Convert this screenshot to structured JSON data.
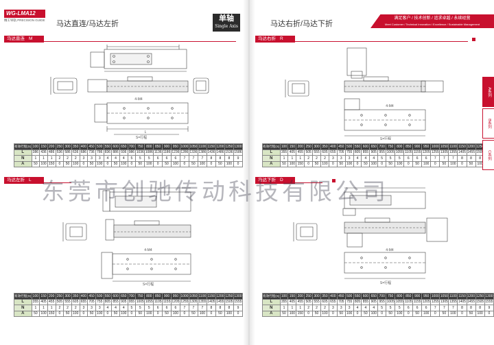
{
  "brand": {
    "logo_text": "WG-LMA12",
    "logo_sub": "精工导轨 PRECISION GUIDE",
    "slogan_cn": "满足客户 / 技术创新 / 追求卓越 / 永续经营",
    "slogan_en": "Meet Customer / Technical Innovation / Excellence / Sustainable Management"
  },
  "left_page": {
    "title": "马达直连/马达左折",
    "badge_cn": "单轴",
    "badge_en": "Single Axis",
    "section1": {
      "label": "马达直连",
      "code": "M"
    },
    "section2": {
      "label": "马达左折",
      "code": "L"
    }
  },
  "right_page": {
    "title": "马达右折/马达下折",
    "section1": {
      "label": "马达右折",
      "code": "R"
    },
    "section2": {
      "label": "马达下折",
      "code": "D"
    }
  },
  "drawing_labels": {
    "stroke": "S=行程",
    "total": "L",
    "dim_a": "A",
    "dim_n": "N",
    "hole": "4-M4"
  },
  "table_header_label": "有效行程(S)",
  "strokes": [
    "100",
    "150",
    "200",
    "250",
    "300",
    "350",
    "400",
    "450",
    "500",
    "550",
    "600",
    "650",
    "700",
    "750",
    "800",
    "850",
    "900",
    "950",
    "1000",
    "1050",
    "1100",
    "1150",
    "1200",
    "1250",
    "1300"
  ],
  "tables": {
    "t1": {
      "L": [
        "386",
        "436",
        "486",
        "536",
        "586",
        "636",
        "686",
        "736",
        "786",
        "836",
        "886",
        "936",
        "986",
        "1036",
        "1086",
        "1136",
        "1186",
        "1236",
        "1286",
        "1336",
        "1386",
        "1436",
        "1486",
        "1536",
        "1586"
      ],
      "N": [
        "1",
        "1",
        "1",
        "2",
        "2",
        "2",
        "3",
        "3",
        "3",
        "4",
        "4",
        "4",
        "5",
        "5",
        "5",
        "6",
        "6",
        "6",
        "7",
        "7",
        "7",
        "8",
        "8",
        "8",
        "9"
      ],
      "A": [
        "50",
        "100",
        "150",
        "0",
        "50",
        "100",
        "0",
        "50",
        "100",
        "0",
        "50",
        "100",
        "0",
        "50",
        "100",
        "0",
        "50",
        "100",
        "0",
        "50",
        "100",
        "0",
        "50",
        "100",
        "0"
      ]
    },
    "t2": {
      "L": [
        "355",
        "405",
        "455",
        "505",
        "555",
        "605",
        "655",
        "705",
        "755",
        "805",
        "855",
        "905",
        "955",
        "1005",
        "1055",
        "1105",
        "1155",
        "1205",
        "1255",
        "1305",
        "1355",
        "1405",
        "1455",
        "1505",
        "1555"
      ],
      "N": [
        "1",
        "1",
        "1",
        "2",
        "2",
        "2",
        "3",
        "3",
        "3",
        "4",
        "4",
        "4",
        "5",
        "5",
        "5",
        "6",
        "6",
        "6",
        "7",
        "7",
        "7",
        "8",
        "8",
        "8",
        "9"
      ],
      "A": [
        "50",
        "100",
        "150",
        "0",
        "50",
        "100",
        "0",
        "50",
        "100",
        "0",
        "50",
        "100",
        "0",
        "50",
        "100",
        "0",
        "50",
        "100",
        "0",
        "50",
        "100",
        "0",
        "50",
        "100",
        "0"
      ]
    },
    "t3": {
      "L": [
        "355",
        "405",
        "455",
        "505",
        "555",
        "605",
        "655",
        "705",
        "755",
        "805",
        "855",
        "905",
        "955",
        "1005",
        "1055",
        "1105",
        "1155",
        "1205",
        "1255",
        "1305",
        "1355",
        "1405",
        "1455",
        "1505",
        "1555"
      ],
      "N": [
        "1",
        "1",
        "1",
        "2",
        "2",
        "2",
        "3",
        "3",
        "3",
        "4",
        "4",
        "4",
        "5",
        "5",
        "5",
        "6",
        "6",
        "6",
        "7",
        "7",
        "7",
        "8",
        "8",
        "8",
        "9"
      ],
      "A": [
        "50",
        "100",
        "150",
        "0",
        "50",
        "100",
        "0",
        "50",
        "100",
        "0",
        "50",
        "100",
        "0",
        "50",
        "100",
        "0",
        "50",
        "100",
        "0",
        "50",
        "100",
        "0",
        "50",
        "100",
        "0"
      ]
    },
    "t4": {
      "L": [
        "355",
        "405",
        "455",
        "505",
        "555",
        "605",
        "655",
        "705",
        "755",
        "805",
        "855",
        "905",
        "955",
        "1005",
        "1055",
        "1105",
        "1155",
        "1205",
        "1255",
        "1305",
        "1355",
        "1405",
        "1455",
        "1505",
        "1555"
      ],
      "N": [
        "1",
        "1",
        "1",
        "2",
        "2",
        "2",
        "3",
        "3",
        "3",
        "4",
        "4",
        "4",
        "5",
        "5",
        "5",
        "6",
        "6",
        "6",
        "7",
        "7",
        "7",
        "8",
        "8",
        "8",
        "9"
      ],
      "A": [
        "50",
        "100",
        "150",
        "0",
        "50",
        "100",
        "0",
        "50",
        "100",
        "0",
        "50",
        "100",
        "0",
        "50",
        "100",
        "0",
        "50",
        "100",
        "0",
        "50",
        "100",
        "0",
        "50",
        "100",
        "0"
      ]
    }
  },
  "watermark": "东莞市创驰传动科技有限公司",
  "side_tabs": [
    {
      "label": "A系列",
      "active": true
    },
    {
      "label": "B系列",
      "active": false
    },
    {
      "label": "C系列",
      "active": false
    }
  ],
  "colors": {
    "accent": "#c8102e",
    "header_dark": "#3a3a3a",
    "row_green": "#d8e5c4"
  }
}
